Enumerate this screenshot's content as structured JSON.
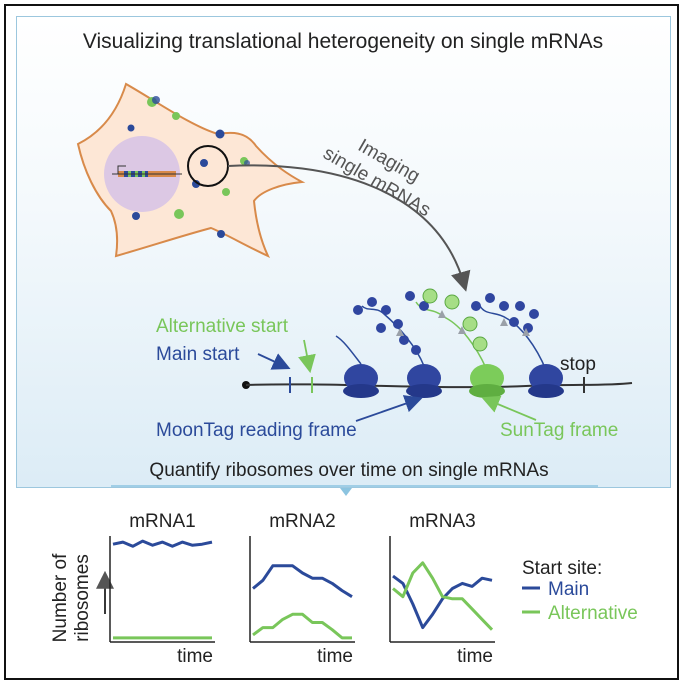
{
  "title": "Visualizing translational heterogeneity on single mRNAs",
  "imaging_label": [
    "Imaging",
    "single mRNAs"
  ],
  "labels": {
    "alternative_start": "Alternative start",
    "main_start": "Main start",
    "stop": "stop",
    "moontag": "MoonTag reading frame",
    "suntag": "SunTag frame"
  },
  "quantify_caption": "Quantify ribosomes over time on single mRNAs",
  "y_axis_label": [
    "Number of",
    "ribosomes"
  ],
  "x_axis_label": "time",
  "legend": {
    "title": "Start site:",
    "main": "Main",
    "alternative": "Alternative"
  },
  "colors": {
    "main": "#2b4a9a",
    "alternative": "#79c65a",
    "frame_border": "#111111",
    "panel_border": "#9cc7de",
    "cell_fill": "#fde7d6",
    "cell_outline": "#d88a4a",
    "nucleus": "#dcc8e4",
    "ribosome_main": "#3046a0",
    "ribosome_alt": "#7ccc5a",
    "arrow": "#555555"
  },
  "chart_data": [
    {
      "type": "line",
      "title": "mRNA1",
      "xlabel": "time",
      "ylabel": "Number of ribosomes",
      "ylim": [
        0,
        1
      ],
      "x": [
        0,
        1,
        2,
        3,
        4,
        5,
        6,
        7,
        8,
        9,
        10
      ],
      "series": [
        {
          "name": "Main",
          "values": [
            0.93,
            0.95,
            0.91,
            0.96,
            0.92,
            0.95,
            0.91,
            0.95,
            0.92,
            0.93,
            0.95
          ]
        },
        {
          "name": "Alternative",
          "values": [
            0.02,
            0.02,
            0.02,
            0.02,
            0.02,
            0.02,
            0.02,
            0.02,
            0.02,
            0.02,
            0.02
          ]
        }
      ]
    },
    {
      "type": "line",
      "title": "mRNA2",
      "xlabel": "time",
      "ylim": [
        0,
        1
      ],
      "x": [
        0,
        1,
        2,
        3,
        4,
        5,
        6,
        7,
        8,
        9,
        10
      ],
      "series": [
        {
          "name": "Main",
          "values": [
            0.5,
            0.58,
            0.72,
            0.72,
            0.72,
            0.65,
            0.6,
            0.6,
            0.55,
            0.48,
            0.42
          ]
        },
        {
          "name": "Alternative",
          "values": [
            0.05,
            0.12,
            0.12,
            0.2,
            0.25,
            0.25,
            0.17,
            0.17,
            0.1,
            0.02,
            0.02
          ]
        }
      ]
    },
    {
      "type": "line",
      "title": "mRNA3",
      "xlabel": "time",
      "ylim": [
        0,
        1
      ],
      "x": [
        0,
        1,
        2,
        3,
        4,
        5,
        6,
        7,
        8,
        9,
        10
      ],
      "series": [
        {
          "name": "Main",
          "values": [
            0.62,
            0.55,
            0.35,
            0.12,
            0.25,
            0.4,
            0.5,
            0.55,
            0.52,
            0.6,
            0.58
          ]
        },
        {
          "name": "Alternative",
          "values": [
            0.5,
            0.42,
            0.65,
            0.75,
            0.6,
            0.42,
            0.4,
            0.4,
            0.3,
            0.2,
            0.1
          ]
        }
      ]
    }
  ]
}
